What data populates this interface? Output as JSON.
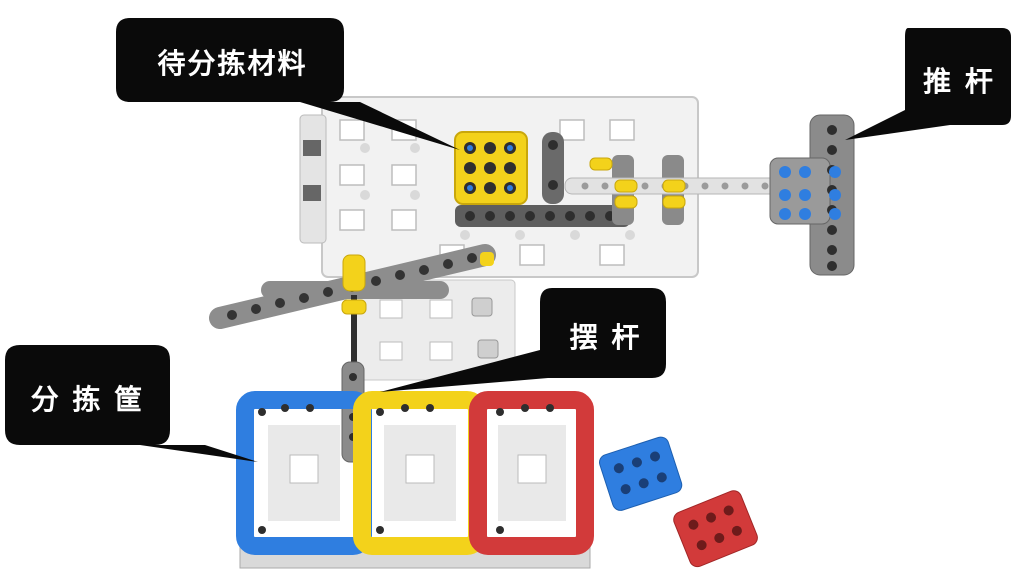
{
  "callouts": {
    "materials": "待分拣材料",
    "pusher": "推 杆",
    "swing_arm": "摆 杆",
    "basket": "分 拣 筐"
  },
  "colors": {
    "callout_bg": "#0a0a0a",
    "frame_white": "#f1f1f1",
    "beam_gray": "#8c8c8c",
    "beam_light": "#dcdcdc",
    "yellow": "#f3d21b",
    "blue": "#2f7ee0",
    "red": "#d23a3a"
  }
}
